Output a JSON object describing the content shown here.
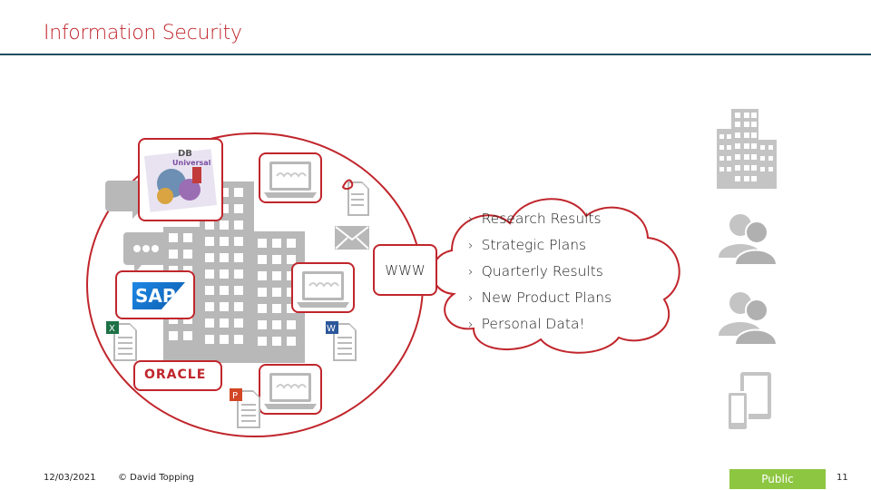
{
  "slide": {
    "title": "Information Security",
    "www_label": "WWW",
    "cloud_items": [
      "Research Results",
      "Strategic Plans",
      "Quarterly Results",
      "New Product Plans",
      "Personal Data!"
    ],
    "sap_label": "SAP",
    "oracle_label": "ORACLE",
    "db_label": "DB",
    "db_sublabel": "Universal"
  },
  "footer": {
    "date": "12/03/2021",
    "copyright": "© David Topping",
    "classification": "Public",
    "page_number": "11"
  },
  "icons": [
    "laptop-icon",
    "pdf-document-icon",
    "email-icon",
    "chat-bubble-icon",
    "excel-document-icon",
    "word-document-icon",
    "powerpoint-document-icon",
    "office-building-icon",
    "user-group-icon",
    "mobile-devices-icon"
  ],
  "colors": {
    "accent": "#c0262c",
    "rule": "#1f4e5f",
    "public_badge": "#8dc641",
    "icon_gray": "#b8b8b8"
  }
}
